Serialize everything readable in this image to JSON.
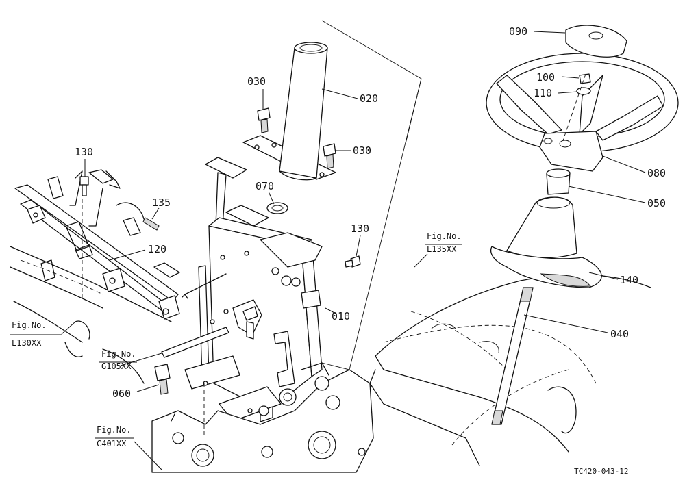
{
  "parts": {
    "p010": "010",
    "p020": "020",
    "p030a": "030",
    "p030b": "030",
    "p040": "040",
    "p050": "050",
    "p060": "060",
    "p070": "070",
    "p080": "080",
    "p090": "090",
    "p100": "100",
    "p110": "110",
    "p120": "120",
    "p130a": "130",
    "p130b": "130",
    "p135": "135",
    "p140": "140"
  },
  "refs": {
    "l130": {
      "title": "Fig.No.",
      "code": "L130XX"
    },
    "g105": {
      "title": "Fig.No.",
      "code": "G105XX"
    },
    "c401": {
      "title": "Fig.No.",
      "code": "C401XX"
    },
    "l135": {
      "title": "Fig.No.",
      "code": "L135XX"
    }
  },
  "drawing_code": "TC420-043-12"
}
